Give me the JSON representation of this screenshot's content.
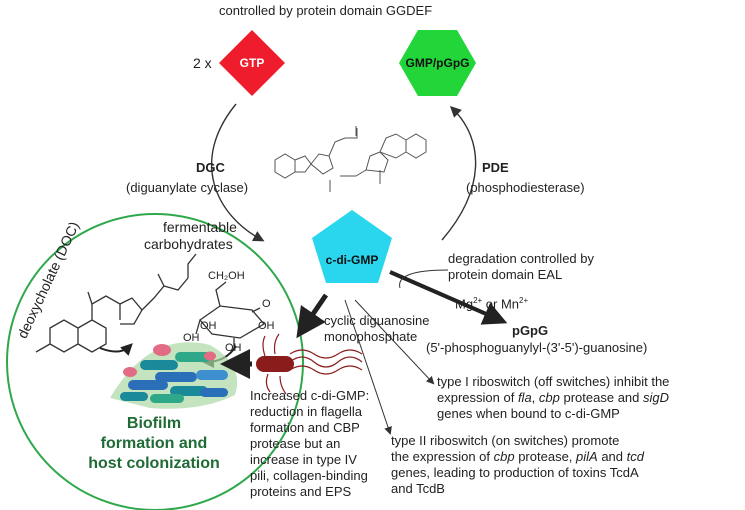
{
  "header": "controlled by protein domain GGDEF",
  "multiplier": "2 x",
  "nodes": {
    "gtp": "GTP",
    "gmp": "GMP/pGpG",
    "cdigmp": "c-di-GMP"
  },
  "dgc": {
    "name": "DGC",
    "full": "(diguanylate cyclase)"
  },
  "pde": {
    "name": "PDE",
    "full": "(phosphodiesterase)"
  },
  "degradation": [
    "degradation controlled by",
    "protein domain EAL"
  ],
  "metals": {
    "mg": "Mg",
    "mg_sup": "2+",
    "or": " or Mn",
    "mn_sup": "2+"
  },
  "pgpg": {
    "name": "pGpG",
    "full": "(5'-phosphoguanylyl-(3'-5')-guanosine)"
  },
  "cyclic_label": [
    "cyclic diguanosine",
    "monophosphate"
  ],
  "circle": {
    "fermentable": [
      "fermentable",
      "carbohydrates"
    ],
    "doc": "deoxycholate (DOC)",
    "sugar_labels": [
      "CH₂OH",
      "OH",
      "OH",
      "OH",
      "OH",
      "O"
    ],
    "biofilm_title": [
      "Biofilm",
      "formation and",
      "host colonization"
    ]
  },
  "increased": [
    "Increased c-di-GMP:",
    "reduction in flagella",
    "formation and CBP",
    "protease but an",
    "increase in type IV",
    "pili, collagen-binding",
    "proteins and EPS"
  ],
  "riboswitch1": {
    "line1": "type I riboswitch (off switches) inhibit the",
    "l2_a": "expression of ",
    "l2_b": "fla",
    "l2_c": ", ",
    "l2_d": "cbp",
    "l2_e": " protease and ",
    "l2_f": "sigD",
    "line3": "genes when bound to c-di-GMP"
  },
  "riboswitch2": {
    "line1": "type II riboswitch (on switches) promote",
    "l2_a": "the expression of ",
    "l2_b": "cbp",
    "l2_c": " protease, ",
    "l2_d": "pilA",
    "l2_e": " and ",
    "l2_f": "tcd",
    "line3": "genes, leading to production of toxins TcdA",
    "line4": "and TcdB"
  },
  "colors": {
    "gtp": "#ee1c2c",
    "gmp": "#22d63a",
    "cdigmp": "#29d6ee",
    "circle": "#2ea84a",
    "biofilm_text": "#1f6b35",
    "bacterium": "#8b1c1c"
  }
}
